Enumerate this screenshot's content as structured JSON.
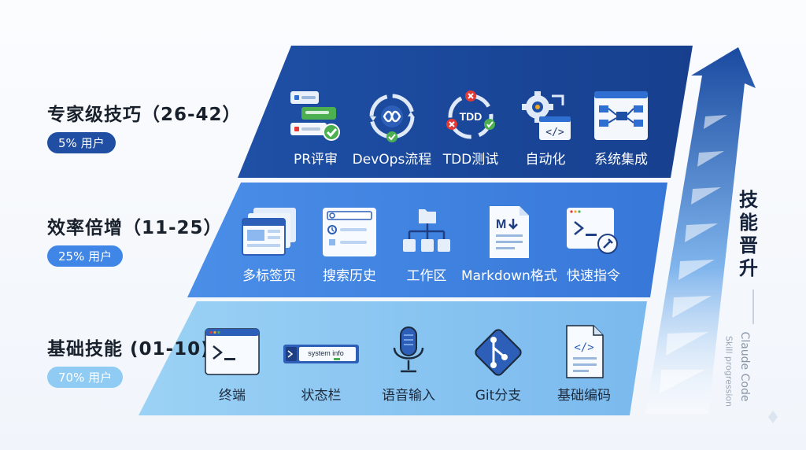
{
  "tiers": [
    {
      "title": "专家级技巧（26-42）",
      "badge": "5% 用户",
      "items": [
        "PR评审",
        "DevOps流程",
        "TDD测试",
        "自动化",
        "系统集成"
      ]
    },
    {
      "title": "效率倍增（11-25）",
      "badge": "25% 用户",
      "items": [
        "多标签页",
        "搜索历史",
        "工作区",
        "Markdown格式",
        "快速指令"
      ]
    },
    {
      "title": "基础技能 (01-10)",
      "badge": "70% 用户",
      "items": [
        "终端",
        "状态栏",
        "语音输入",
        "Git分支",
        "基础编码"
      ]
    }
  ],
  "icon_text": {
    "tdd": "TDD",
    "system_info": "system info"
  },
  "side": {
    "title": "技能晋升",
    "subtitle": "Claude Code",
    "subtitle2": "Skill progression"
  },
  "colors": {
    "tier1": "#1a4aa0",
    "tier2": "#3f82e2",
    "tier3": "#93ccf3",
    "arrow": "#1f4fa6"
  },
  "icons": {
    "tier1": [
      "pr-review-icon",
      "devops-cycle-icon",
      "tdd-cycle-icon",
      "automation-gear-icon",
      "system-integration-icon"
    ],
    "tier2": [
      "multi-tab-icon",
      "search-history-icon",
      "workspace-tree-icon",
      "markdown-file-icon",
      "quick-command-icon"
    ],
    "tier3": [
      "terminal-icon",
      "status-bar-icon",
      "microphone-icon",
      "git-branch-icon",
      "code-file-icon"
    ]
  }
}
